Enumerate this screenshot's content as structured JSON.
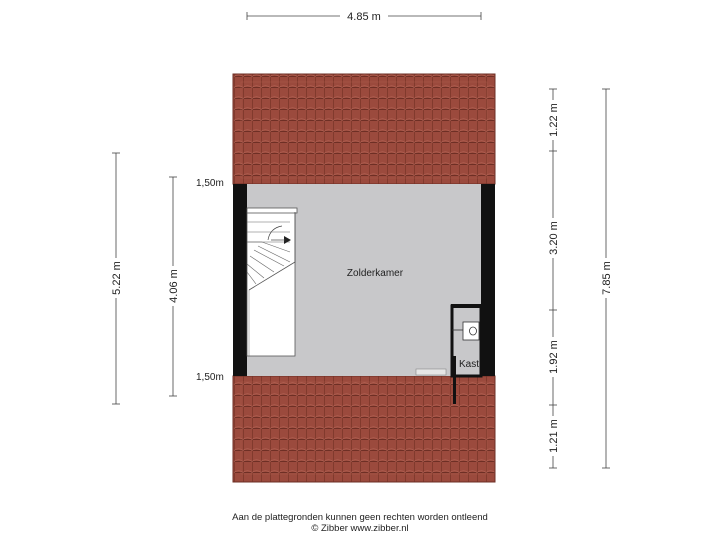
{
  "dimensions": {
    "top_width": "4.85 m",
    "left_outer": "5.22 m",
    "left_inner": "4.06 m",
    "right_top": "1.22 m",
    "right_middle": "3.20 m",
    "right_lower": "1.92 m",
    "right_bottom": "1.21 m",
    "right_total": "7.85 m"
  },
  "height_marks": {
    "upper": "1,50m",
    "lower": "1,50m"
  },
  "rooms": {
    "main": "Zolderkamer",
    "closet": "Kast"
  },
  "footer": {
    "line1": "Aan de plattegronden kunnen geen rechten worden ontleend",
    "line2": "© Zibber www.zibber.nl"
  },
  "colors": {
    "roof_tile": "#9b4a3d",
    "roof_line": "#6e2f25",
    "floor": "#c8c8ca",
    "wall": "#111111"
  }
}
